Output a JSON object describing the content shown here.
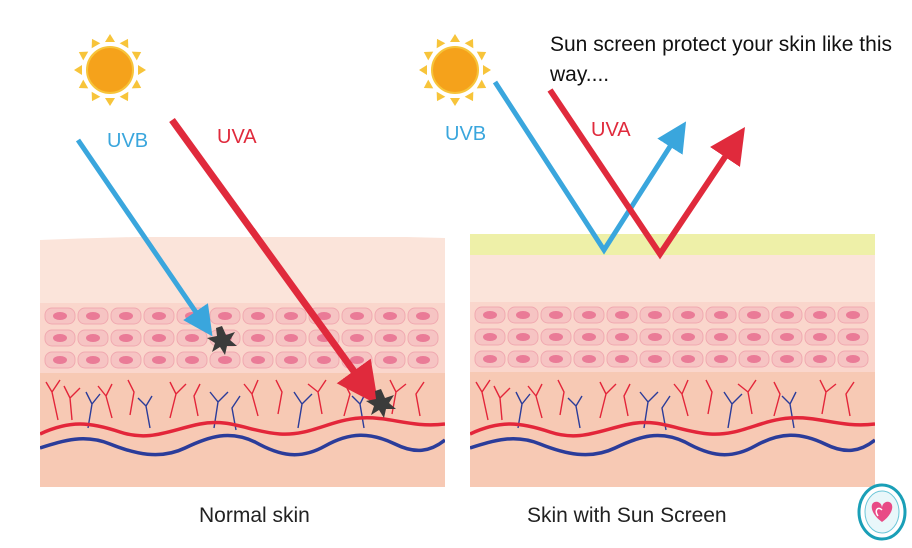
{
  "left_panel": {
    "uvb_label": "UVB",
    "uva_label": "UVA",
    "caption": "Normal skin"
  },
  "right_panel": {
    "uvb_label": "UVB",
    "uva_label": "UVA",
    "caption": "Skin with Sun Screen",
    "headline": "Sun screen protect your skin like this way...."
  },
  "colors": {
    "uvb": "#3aa6dd",
    "uva": "#e02a3c",
    "sun": "#f5a21b",
    "sunscreen": "#eef0a8",
    "skin_top": "#fbe4da",
    "cells": "#f8cdc8",
    "dermis": "#f7c9b4",
    "vein": "#2b3c9a",
    "artery": "#e3263a"
  },
  "icons": [
    "sun-icon",
    "impact-star-icon",
    "cell-icon",
    "logo-icon"
  ]
}
